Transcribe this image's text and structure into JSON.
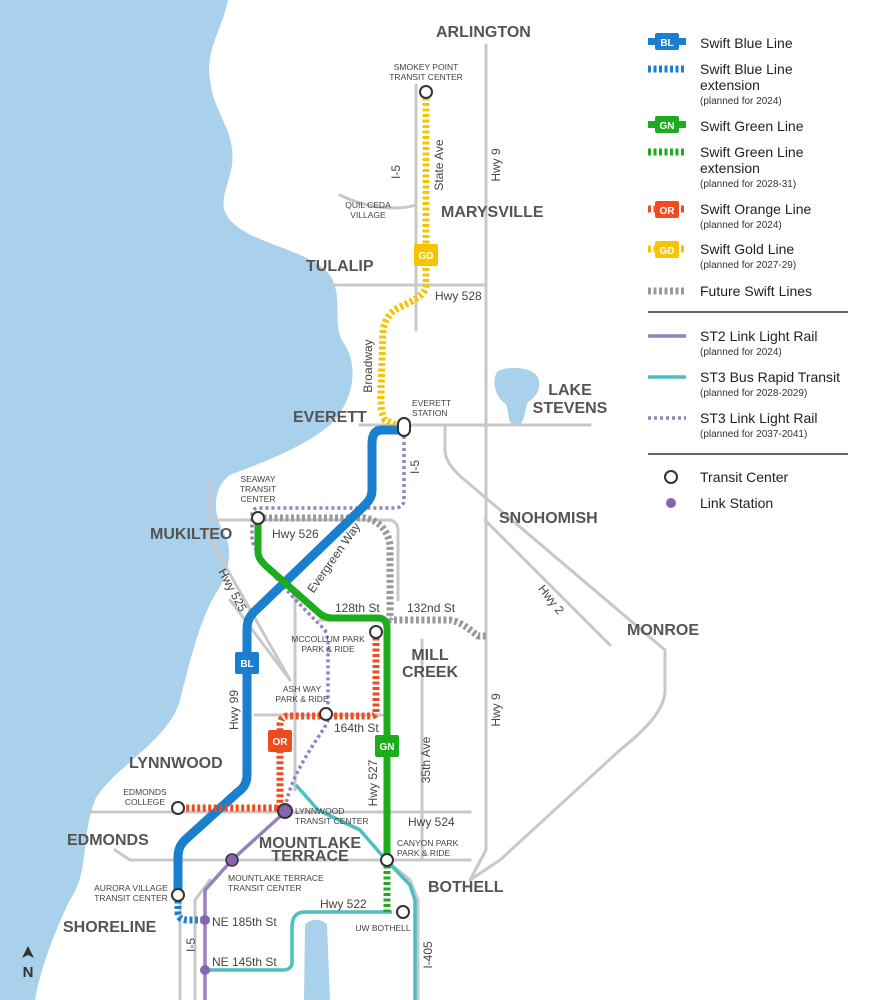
{
  "cities": {
    "arlington": "ARLINGTON",
    "marysville": "MARYSVILLE",
    "tulalip": "TULALIP",
    "everett": "EVERETT",
    "lake_stevens_1": "LAKE",
    "lake_stevens_2": "STEVENS",
    "snohomish": "SNOHOMISH",
    "mukilteo": "MUKILTEO",
    "monroe": "MONROE",
    "mill_creek_1": "MILL",
    "mill_creek_2": "CREEK",
    "lynnwood": "LYNNWOOD",
    "edmonds": "EDMONDS",
    "mountlake_terrace_1": "MOUNTLAKE",
    "mountlake_terrace_2": "TERRACE",
    "bothell": "BOTHELL",
    "shoreline": "SHORELINE"
  },
  "roads": {
    "i5_north": "I-5",
    "state_ave": "State Ave",
    "hwy9_north": "Hwy 9",
    "hwy528": "Hwy 528",
    "broadway": "Broadway",
    "i5_everett": "I-5",
    "hwy526": "Hwy 526",
    "evergreen_way": "Evergreen Way",
    "hwy525": "Hwy 525",
    "st128": "128th St",
    "st132": "132nd St",
    "hwy2": "Hwy 2",
    "hwy99": "Hwy 99",
    "st164": "164th St",
    "hwy527": "Hwy 527",
    "ave35": "35th Ave",
    "hwy9_south": "Hwy 9",
    "hwy524": "Hwy 524",
    "hwy522": "Hwy 522",
    "i405": "I-405",
    "i5_south": "I-5",
    "ne185": "NE 185th St",
    "ne145": "NE 145th St"
  },
  "stations": {
    "smokey_point_1": "SMOKEY POINT",
    "smokey_point_2": "TRANSIT CENTER",
    "quil_ceda_1": "QUIL CEDA",
    "quil_ceda_2": "VILLAGE",
    "everett_station_1": "EVERETT",
    "everett_station_2": "STATION",
    "seaway_1": "SEAWAY",
    "seaway_2": "TRANSIT",
    "seaway_3": "CENTER",
    "mccollum_1": "McCOLLUM PARK",
    "mccollum_2": "PARK & RIDE",
    "ashway_1": "ASH WAY",
    "ashway_2": "PARK & RIDE",
    "edmonds_college_1": "EDMONDS",
    "edmonds_college_2": "COLLEGE",
    "lynnwood_tc_1": "LYNNWOOD",
    "lynnwood_tc_2": "TRANSIT CENTER",
    "canyon_park_1": "CANYON PARK",
    "canyon_park_2": "PARK & RIDE",
    "mlt_tc_1": "MOUNTLAKE TERRACE",
    "mlt_tc_2": "TRANSIT CENTER",
    "aurora_1": "AURORA VILLAGE",
    "aurora_2": "TRANSIT CENTER",
    "uw_bothell": "UW BOTHELL"
  },
  "badges": {
    "blue": "BL",
    "green": "GN",
    "orange": "OR",
    "gold": "GD"
  },
  "north_arrow": "N",
  "legend": {
    "blue": "Swift Blue Line",
    "blue_ext_1": "Swift Blue Line",
    "blue_ext_2": "extension",
    "blue_ext_note": "(planned for 2024)",
    "green": "Swift Green Line",
    "green_ext_1": "Swift Green Line",
    "green_ext_2": "extension",
    "green_ext_note": "(planned for 2028-31)",
    "orange": "Swift Orange Line",
    "orange_note": "(planned for 2024)",
    "gold": "Swift Gold Line",
    "gold_note": "(planned for 2027-29)",
    "future": "Future Swift Lines",
    "st2": "ST2 Link Light Rail",
    "st2_note": "(planned for 2024)",
    "st3_brt": "ST3 Bus Rapid Transit",
    "st3_brt_note": "(planned for 2028-2029)",
    "st3_lrt": "ST3 Link Light Rail",
    "st3_lrt_note": "(planned for 2037-2041)",
    "transit_center": "Transit Center",
    "link_station": "Link Station"
  },
  "colors": {
    "water": "#a9d1ec",
    "road": "#c8c8c8",
    "blue_line": "#1a7fcc",
    "green_line": "#1cac1c",
    "orange_line": "#ee4c20",
    "gold_line": "#f6c500",
    "future": "#999999",
    "st2": "#9a7fbf",
    "st3_brt": "#4dbfbf",
    "st3_lrt": "#9a7fbf",
    "link_station": "#8a63b0"
  }
}
